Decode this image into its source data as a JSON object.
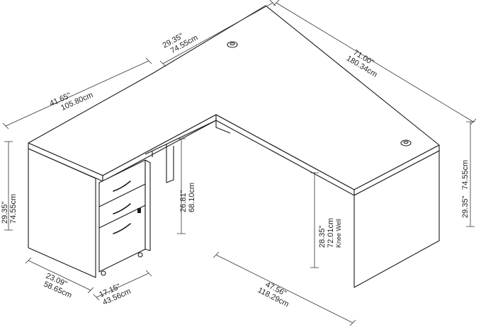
{
  "dimensions": {
    "return_depth": {
      "in": "29.35\"",
      "cm": "74.55cm"
    },
    "desk_width": {
      "in": "71.00\"",
      "cm": "180.34cm"
    },
    "return_length": {
      "in": "41.65\"",
      "cm": "105.80cm"
    },
    "return_height": {
      "in": "29.35\"",
      "cm": "74.55cm"
    },
    "desk_height": {
      "in": "29.35\"",
      "cm": "74.55cm"
    },
    "pedestal_height": {
      "in": "26.81\"",
      "cm": "68.10cm"
    },
    "knee_well": {
      "in": "28.35\"",
      "cm": "72.01cm",
      "note": "Knee Well"
    },
    "end_depth": {
      "in": "23.09\"",
      "cm": "58.65cm"
    },
    "pedestal_width": {
      "in": "17.15\"",
      "cm": "43.56cm"
    },
    "desk_depth": {
      "in": "47.56\"",
      "cm": "118.29cm"
    }
  }
}
